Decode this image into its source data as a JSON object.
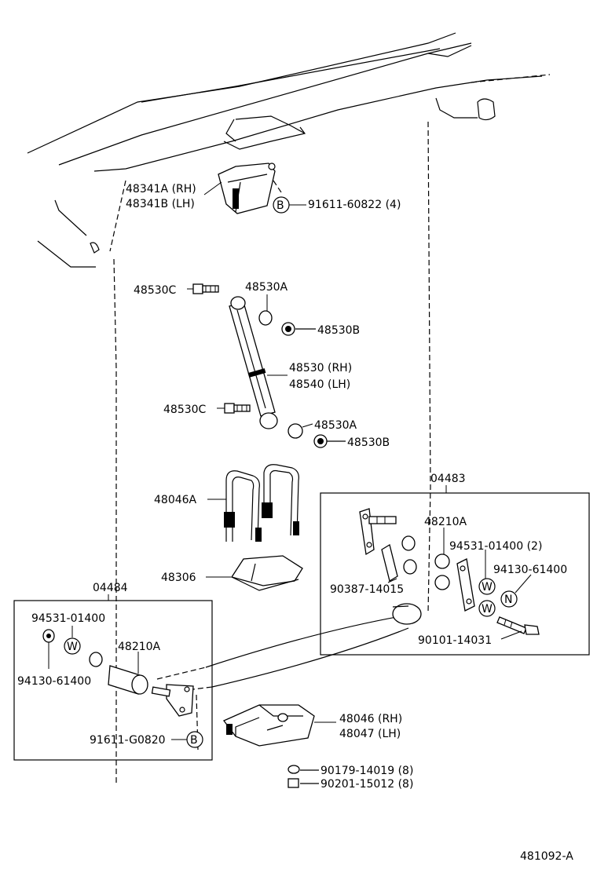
{
  "diagram_code": "481092-A",
  "boxes": {
    "kit_right": "04483",
    "kit_left": "04484"
  },
  "labels": {
    "bracket_rh": "48341A (RH)",
    "bracket_lh": "48341B (LH)",
    "bolt_b_top": "91611-60822 (4)",
    "shock_bolt_top": "48530C",
    "shock_bush_top": "48530A",
    "shock_nut_top": "48530B",
    "shock_rh": "48530 (RH)",
    "shock_lh": "48540 (LH)",
    "shock_bolt_bottom": "48530C",
    "shock_bush_bottom": "48530A",
    "shock_nut_bottom": "48530B",
    "u_bolt": "48046A",
    "seat": "48306",
    "bush_right": "48210A",
    "washer_right": "94531-01400 (2)",
    "nut_right": "94130-61400",
    "pin_right": "90387-14015",
    "bolt_right": "90101-14031",
    "washer_left": "94531-01400",
    "bush_left": "48210A",
    "nut_left": "94130-61400",
    "bolt_b_left": "91611-G0820",
    "plate_rh": "48046 (RH)",
    "plate_lh": "48047 (LH)",
    "washer_bottom": "90179-14019 (8)",
    "nut_bottom": "90201-15012 (8)"
  },
  "symbols": {
    "b": "B",
    "w": "W",
    "n": "N"
  },
  "icons": [
    "frame-rail",
    "shock-absorber",
    "u-bolt",
    "spring-seat",
    "leaf-spring",
    "shackle",
    "bushing",
    "bolt",
    "nut",
    "washer"
  ]
}
